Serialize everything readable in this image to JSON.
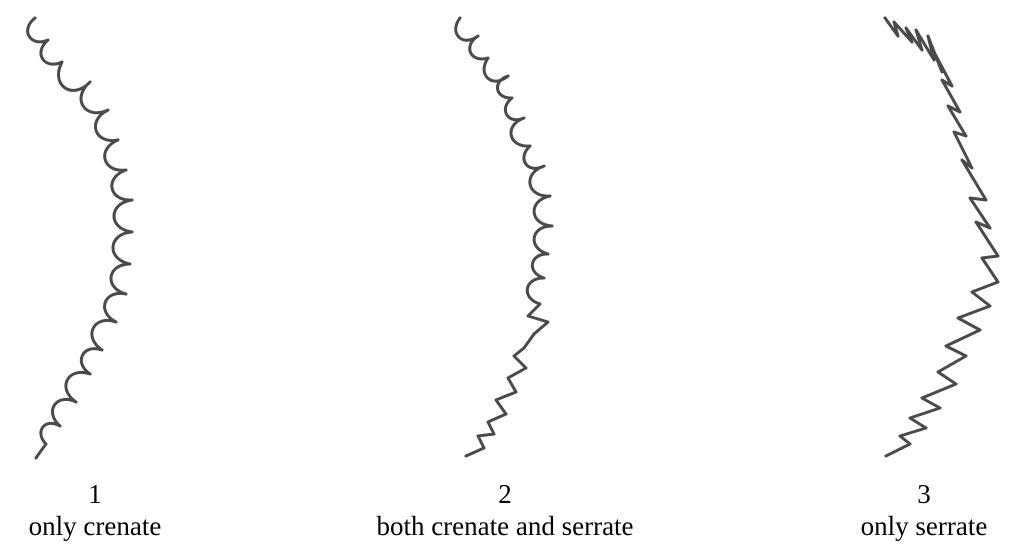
{
  "figures": [
    {
      "number": "1",
      "description": "only crenate",
      "margin_type": "crenate"
    },
    {
      "number": "2",
      "description": "both crenate and serrate",
      "margin_type": "mixed"
    },
    {
      "number": "3",
      "description": "only serrate",
      "margin_type": "serrate"
    }
  ],
  "colors": {
    "stroke": "#4a4a4a",
    "text": "#000000",
    "background": "#ffffff"
  }
}
